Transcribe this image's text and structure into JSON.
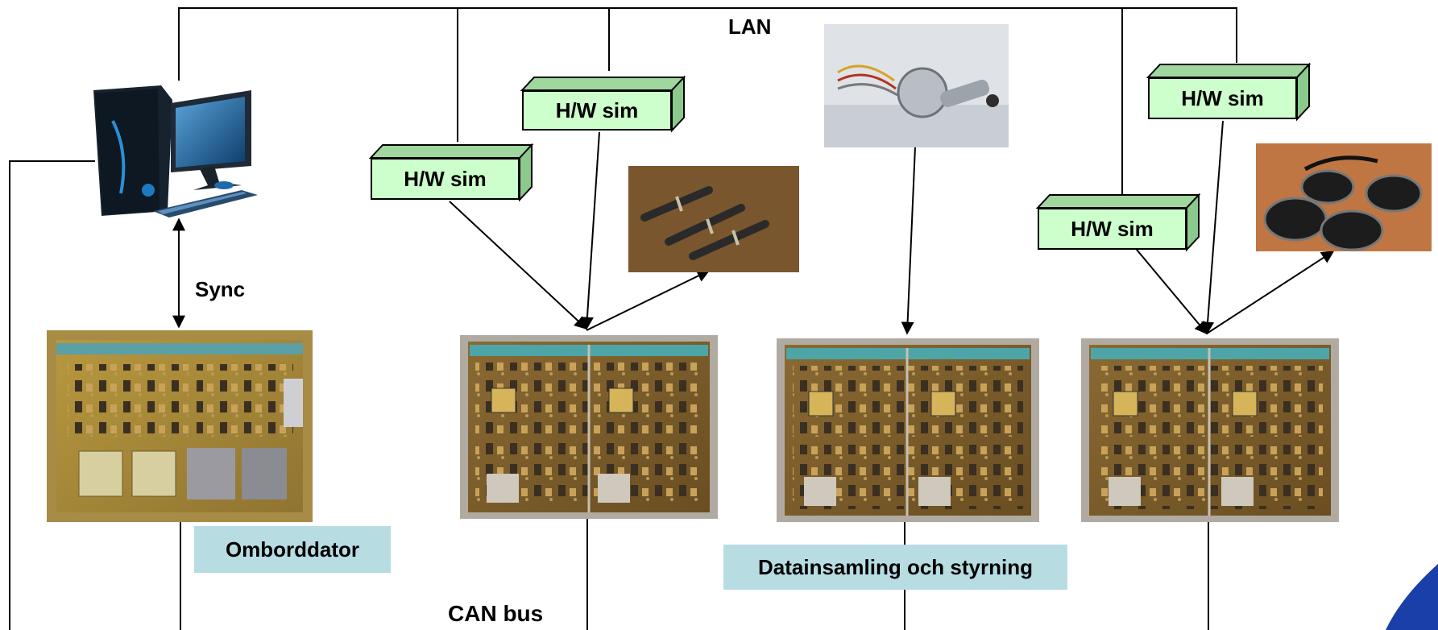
{
  "labels": {
    "lan": "LAN",
    "sync": "Sync",
    "can_bus": "CAN bus",
    "omborddator": "Omborddator",
    "datainsamling": "Datainsamling och styrning",
    "hw_sim": "H/W sim"
  },
  "colors": {
    "hw_box_fill": "#ccffcc",
    "hw_box_side": "#9fd79f",
    "tag_fill": "#b7dde3",
    "pcb_base": "#7a5c2a",
    "line": "#000000",
    "corner_logo": "#1a3fa8"
  },
  "icons": {
    "computer": "desktop-computer-icon",
    "boards": "circuit-board-image",
    "actuator": "actuator-image",
    "connectors": "cable-connectors-image",
    "motors": "reaction-wheels-image"
  }
}
